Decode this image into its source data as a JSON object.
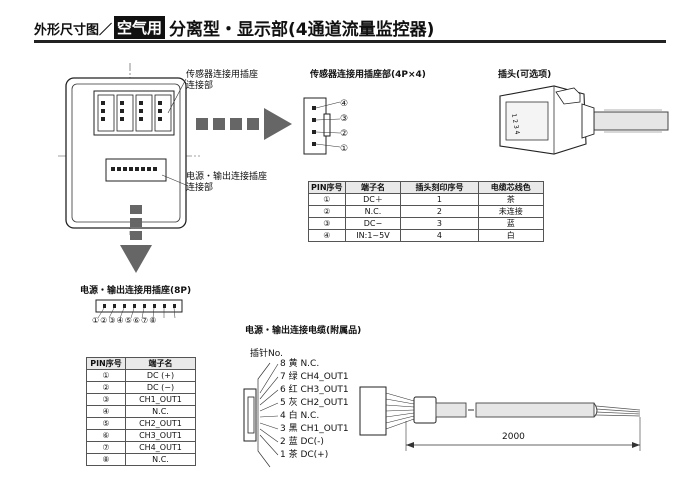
{
  "header": {
    "prefix": "外形尺寸图／",
    "badge": "空气用",
    "title": "分离型・显示部(4通道流量监控器)"
  },
  "body_labels": {
    "sensor_socket": [
      "传感器连接用插座",
      "连接部"
    ],
    "power_socket": [
      "电源・输出连接插座",
      "连接部"
    ]
  },
  "sensor_connector": {
    "title": "传感器连接用插座部(4P×4)",
    "pins": [
      "④",
      "③",
      "②",
      "①"
    ]
  },
  "plug": {
    "title": "插头(可选项)",
    "pin_text": "1 2 3 4"
  },
  "sensor_table": {
    "headers": [
      "PIN序号",
      "端子名",
      "插头刻印序号",
      "电缆芯线色"
    ],
    "rows": [
      [
        "①",
        "DC＋",
        "1",
        "茶"
      ],
      [
        "②",
        "N.C.",
        "2",
        "未连接"
      ],
      [
        "③",
        "DC−",
        "3",
        "蓝"
      ],
      [
        "④",
        "IN:1~5V",
        "4",
        "白"
      ]
    ]
  },
  "power_socket": {
    "title": "电源・输出连接用插座(8P)",
    "pins": [
      "①",
      "②",
      "③",
      "④",
      "⑤",
      "⑥",
      "⑦",
      "⑧"
    ]
  },
  "power_table": {
    "headers": [
      "PIN序号",
      "端子名"
    ],
    "rows": [
      [
        "①",
        "DC (+)"
      ],
      [
        "②",
        "DC (−)"
      ],
      [
        "③",
        "CH1_OUT1"
      ],
      [
        "④",
        "N.C."
      ],
      [
        "⑤",
        "CH2_OUT1"
      ],
      [
        "⑥",
        "CH3_OUT1"
      ],
      [
        "⑦",
        "CH4_OUT1"
      ],
      [
        "⑧",
        "N.C."
      ]
    ]
  },
  "cable": {
    "title": "电源・输出连接电缆(附属品)",
    "pin_header": "插针No.",
    "lines": [
      "8 黄 N.C.",
      "7 绿 CH4_OUT1",
      "6 红 CH3_OUT1",
      "5 灰 CH2_OUT1",
      "4 白 N.C.",
      "3 黑 CH1_OUT1",
      "2 蓝 DC(-)",
      "1 茶 DC(+)"
    ],
    "length": "2000"
  }
}
